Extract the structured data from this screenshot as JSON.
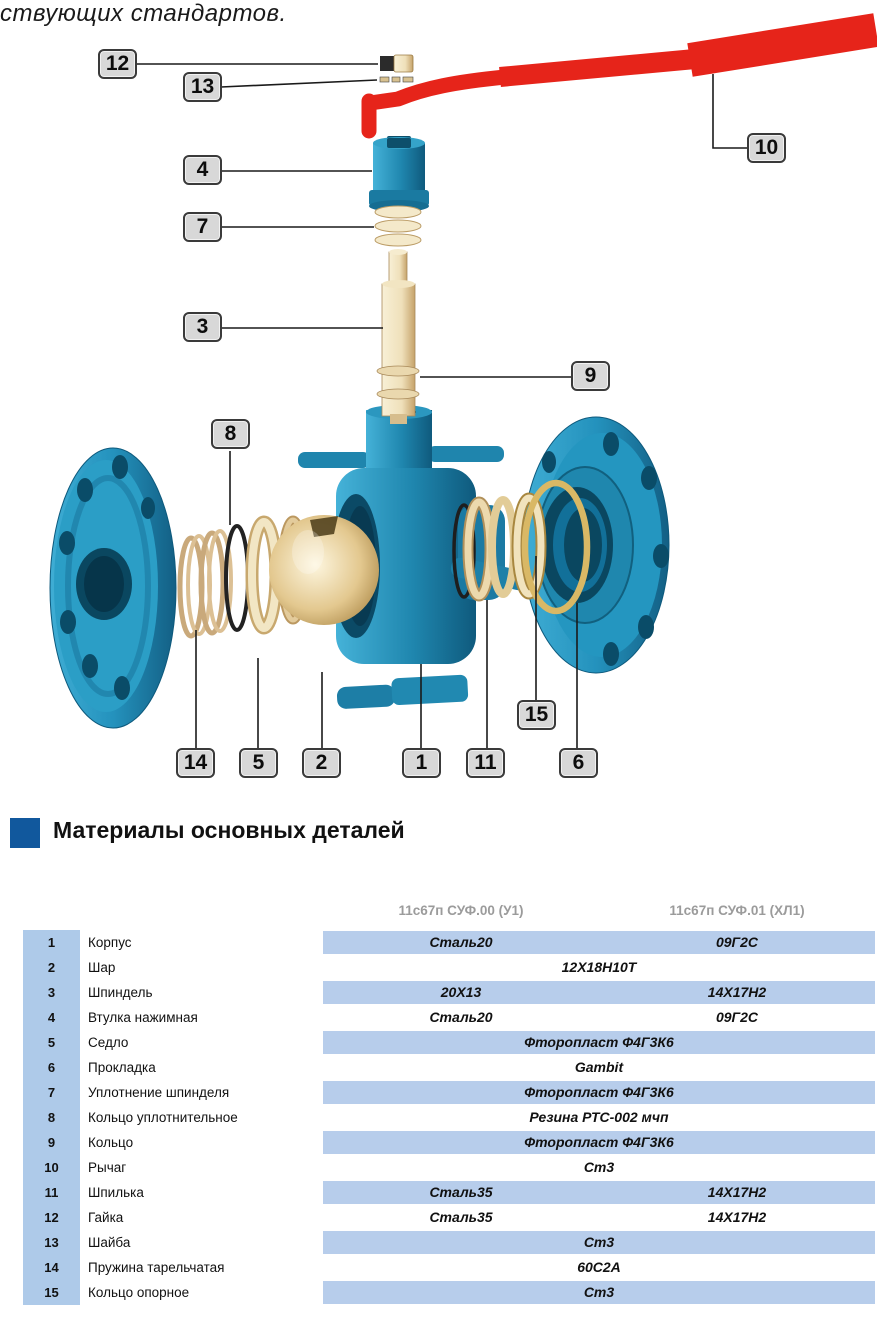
{
  "page": {
    "top_text": "ствующих стандартов."
  },
  "diagram": {
    "description": "exploded-view of flanged ball valve with numbered callouts",
    "callouts": [
      "12",
      "13",
      "10",
      "4",
      "7",
      "3",
      "9",
      "8",
      "15",
      "14",
      "5",
      "2",
      "1",
      "11",
      "6"
    ]
  },
  "section": {
    "title": "Материалы основных деталей"
  },
  "materials_table": {
    "columns": [
      "11с67п СУФ.00 (У1)",
      "11с67п СУФ.01 (ХЛ1)"
    ],
    "rows": [
      {
        "num": "1",
        "name": "Корпус",
        "v1": "Сталь20",
        "v2": "09Г2С"
      },
      {
        "num": "2",
        "name": "Шар",
        "span": "12Х18Н10Т"
      },
      {
        "num": "3",
        "name": "Шпиндель",
        "v1": "20Х13",
        "v2": "14Х17Н2"
      },
      {
        "num": "4",
        "name": "Втулка нажимная",
        "v1": "Сталь20",
        "v2": "09Г2С"
      },
      {
        "num": "5",
        "name": "Седло",
        "span": "Фторопласт Ф4Г3К6"
      },
      {
        "num": "6",
        "name": "Прокладка",
        "span": "Gambit"
      },
      {
        "num": "7",
        "name": "Уплотнение шпинделя",
        "span": "Фторопласт Ф4Г3К6"
      },
      {
        "num": "8",
        "name": "Кольцо уплотнительное",
        "span": "Резина РТС-002 мчп"
      },
      {
        "num": "9",
        "name": "Кольцо",
        "span": "Фторопласт Ф4Г3К6"
      },
      {
        "num": "10",
        "name": "Рычаг",
        "span": "Ст3"
      },
      {
        "num": "11",
        "name": "Шпилька",
        "v1": "Сталь35",
        "v2": "14Х17Н2"
      },
      {
        "num": "12",
        "name": "Гайка",
        "v1": "Сталь35",
        "v2": "14Х17Н2"
      },
      {
        "num": "13",
        "name": "Шайба",
        "span": "Ст3"
      },
      {
        "num": "14",
        "name": "Пружина тарельчатая",
        "span": "60С2А"
      },
      {
        "num": "15",
        "name": "Кольцо опорное",
        "span": "Ст3"
      }
    ]
  },
  "colors": {
    "accent_blue": "#11589d",
    "table_row_blue": "#b7cdeb",
    "number_strip_blue": "#aecae9",
    "column_header_gray": "#9b9b9b",
    "handle_red": "#e6241a",
    "valve_teal": "#2492bd",
    "brass": "#caa35c",
    "callout_gray": "#d8d8d8"
  }
}
